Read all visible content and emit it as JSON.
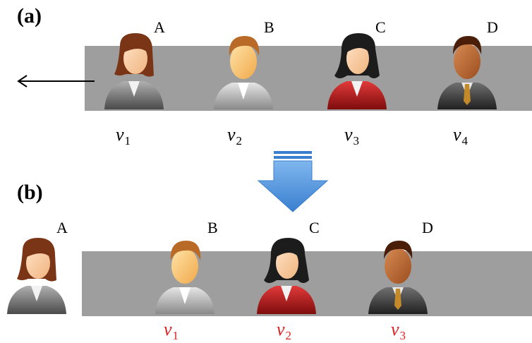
{
  "panel_a": {
    "label": "(a)",
    "people": [
      {
        "letter": "A",
        "var": "v",
        "sub": "1",
        "type": "woman-grey"
      },
      {
        "letter": "B",
        "var": "v",
        "sub": "2",
        "type": "man-blond"
      },
      {
        "letter": "C",
        "var": "v",
        "sub": "3",
        "type": "woman-red"
      },
      {
        "letter": "D",
        "var": "v",
        "sub": "4",
        "type": "man-dark"
      }
    ]
  },
  "panel_b": {
    "label": "(b)",
    "people": [
      {
        "letter": "A",
        "type": "woman-grey"
      },
      {
        "letter": "B",
        "var": "v",
        "sub": "1",
        "type": "man-blond"
      },
      {
        "letter": "C",
        "var": "v",
        "sub": "2",
        "type": "woman-red"
      },
      {
        "letter": "D",
        "var": "v",
        "sub": "3",
        "type": "man-dark"
      }
    ]
  },
  "colors": {
    "band": "#9e9e9e",
    "relabel_red": "#e02020",
    "arrow_blue": "#4a8fd6"
  },
  "icons": [
    "left-arrow-icon",
    "down-arrow-icon",
    "person-avatar-icon"
  ]
}
